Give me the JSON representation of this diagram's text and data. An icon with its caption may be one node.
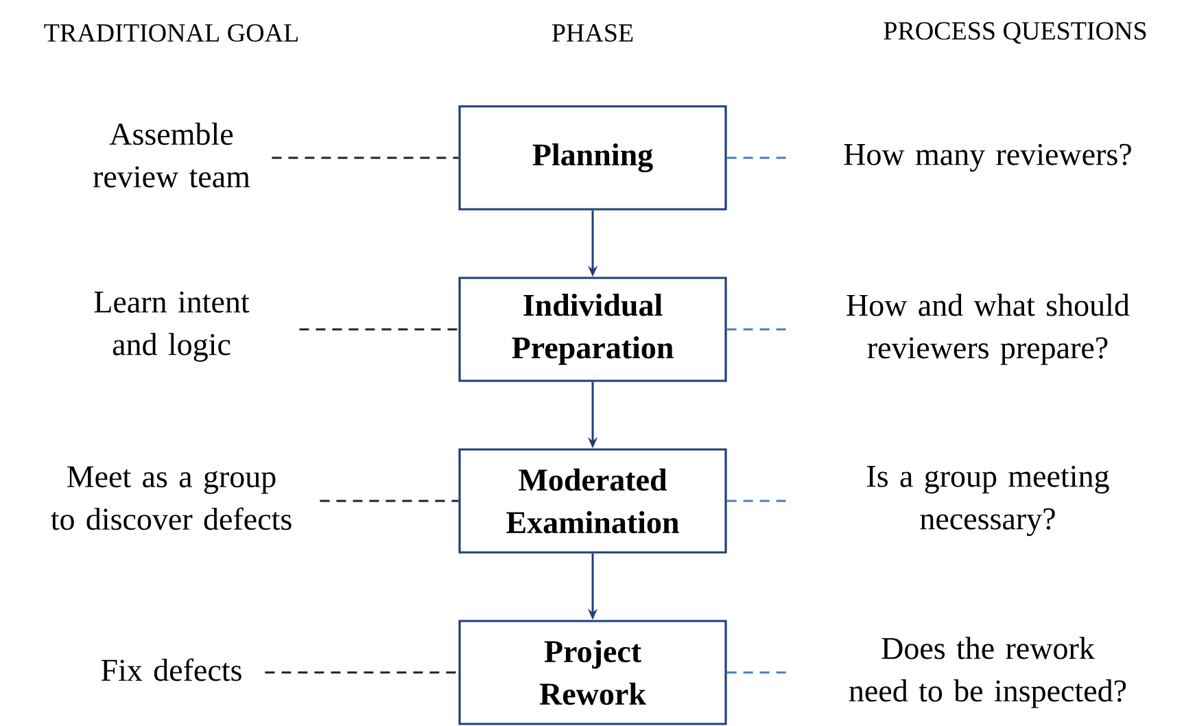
{
  "diagram": {
    "nodes": [
      {
        "text": [
          "Assemble review team"
        ]
      },
      {
        "text": [
          "Planning"
        ]
      },
      {
        "text": [
          "How many reviewers?"
        ]
      },
      {
        "text": [
          "Learn intent and logic"
        ]
      },
      {
        "text": [
          "Individual Preparation"
        ]
      },
      {
        "text": [
          "How and what should reviewers prepare?"
        ]
      },
      {
        "text": [
          "Meet as a group to discover defects"
        ]
      },
      {
        "text": [
          "Moderated Examination"
        ]
      },
      {
        "text": [
          "Is a group meeting necessary?"
        ]
      },
      {
        "text": [
          "Fix defects"
        ]
      },
      {
        "text": [
          "Project Rework"
        ]
      },
      {
        "text": [
          "Does the rework need to be inspected?"
        ]
      }
    ],
    "edges": [
      {
        "from": 1,
        "to": 4,
        "arrow": "to"
      },
      {
        "from": 4,
        "to": 7,
        "arrow": "to"
      },
      {
        "from": 7,
        "to": 10,
        "arrow": "to"
      },
      {
        "from": 0,
        "to": 1,
        "arrow": "none",
        "style": "dashed",
        "color": "#222222"
      },
      {
        "from": 1,
        "to": 2,
        "arrow": "none",
        "style": "dashed",
        "color": "#4a7cc0"
      },
      {
        "from": 3,
        "to": 4,
        "arrow": "none",
        "style": "dashed",
        "color": "#222222"
      },
      {
        "from": 4,
        "to": 5,
        "arrow": "none",
        "style": "dashed",
        "color": "#4a7cc0"
      },
      {
        "from": 6,
        "to": 7,
        "arrow": "none",
        "style": "dashed",
        "color": "#222222"
      },
      {
        "from": 7,
        "to": 8,
        "arrow": "none",
        "style": "dashed",
        "color": "#4a7cc0"
      },
      {
        "from": 9,
        "to": 10,
        "arrow": "none",
        "style": "dashed",
        "color": "#222222"
      },
      {
        "from": 10,
        "to": 11,
        "arrow": "none",
        "style": "dashed",
        "color": "#4a7cc0"
      }
    ],
    "labels": [
      "TRADITIONAL GOAL",
      "PHASE",
      "PROCESS QUESTIONS"
    ]
  }
}
